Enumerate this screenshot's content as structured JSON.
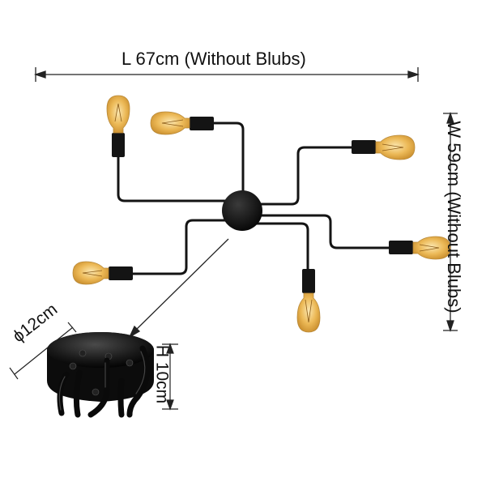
{
  "dimensions": {
    "length": "L 67cm (Without Blubs)",
    "width": "W 59cm (Without Blubs)",
    "diameter": "ϕ12cm",
    "height": "H 10cm"
  },
  "colors": {
    "fixture": "#141414",
    "bulb_glass": "#e9b24a",
    "bulb_glow": "#f6d58a",
    "dimension_line": "#222222"
  }
}
